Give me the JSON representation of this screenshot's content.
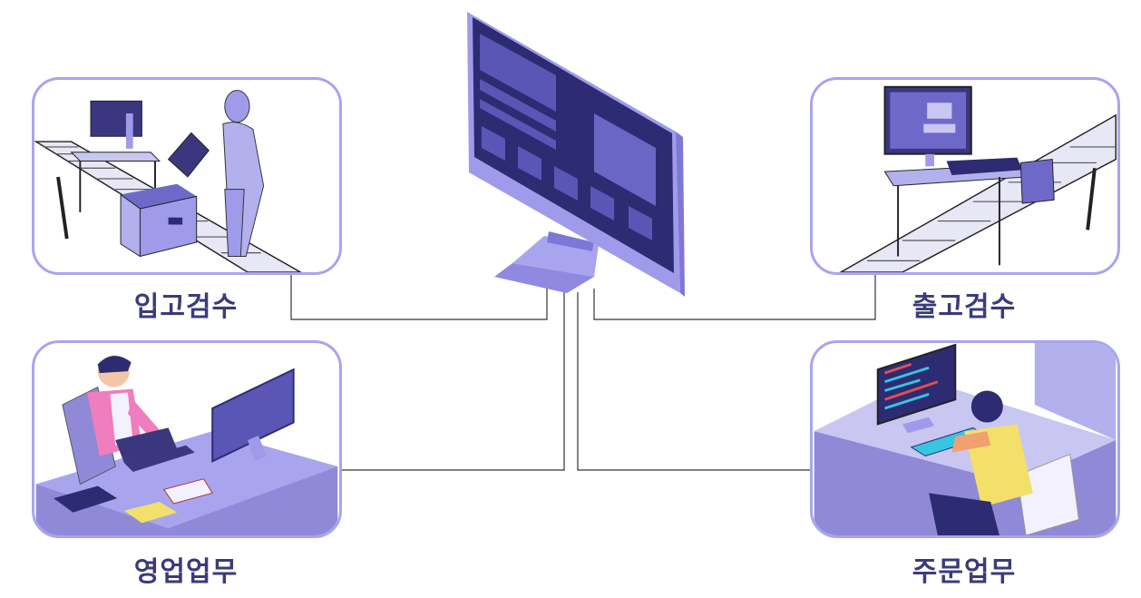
{
  "labels": {
    "inbound_inspection": "입고검수",
    "outbound_inspection": "출고검수",
    "sales_work": "영업업무",
    "order_work": "주문업무"
  },
  "colors": {
    "card_border": "#a9a4ee",
    "label_text": "#3b3b7a",
    "monitor_screen": "#2d2b72",
    "monitor_frame": "#9f9bea",
    "connector_line": "#333333"
  },
  "icons": {
    "center": "computer-monitor-icon",
    "inbound": "inbound-inspection-illustration",
    "outbound": "outbound-inspection-illustration",
    "sales": "sales-desk-illustration",
    "order": "order-desk-illustration"
  }
}
